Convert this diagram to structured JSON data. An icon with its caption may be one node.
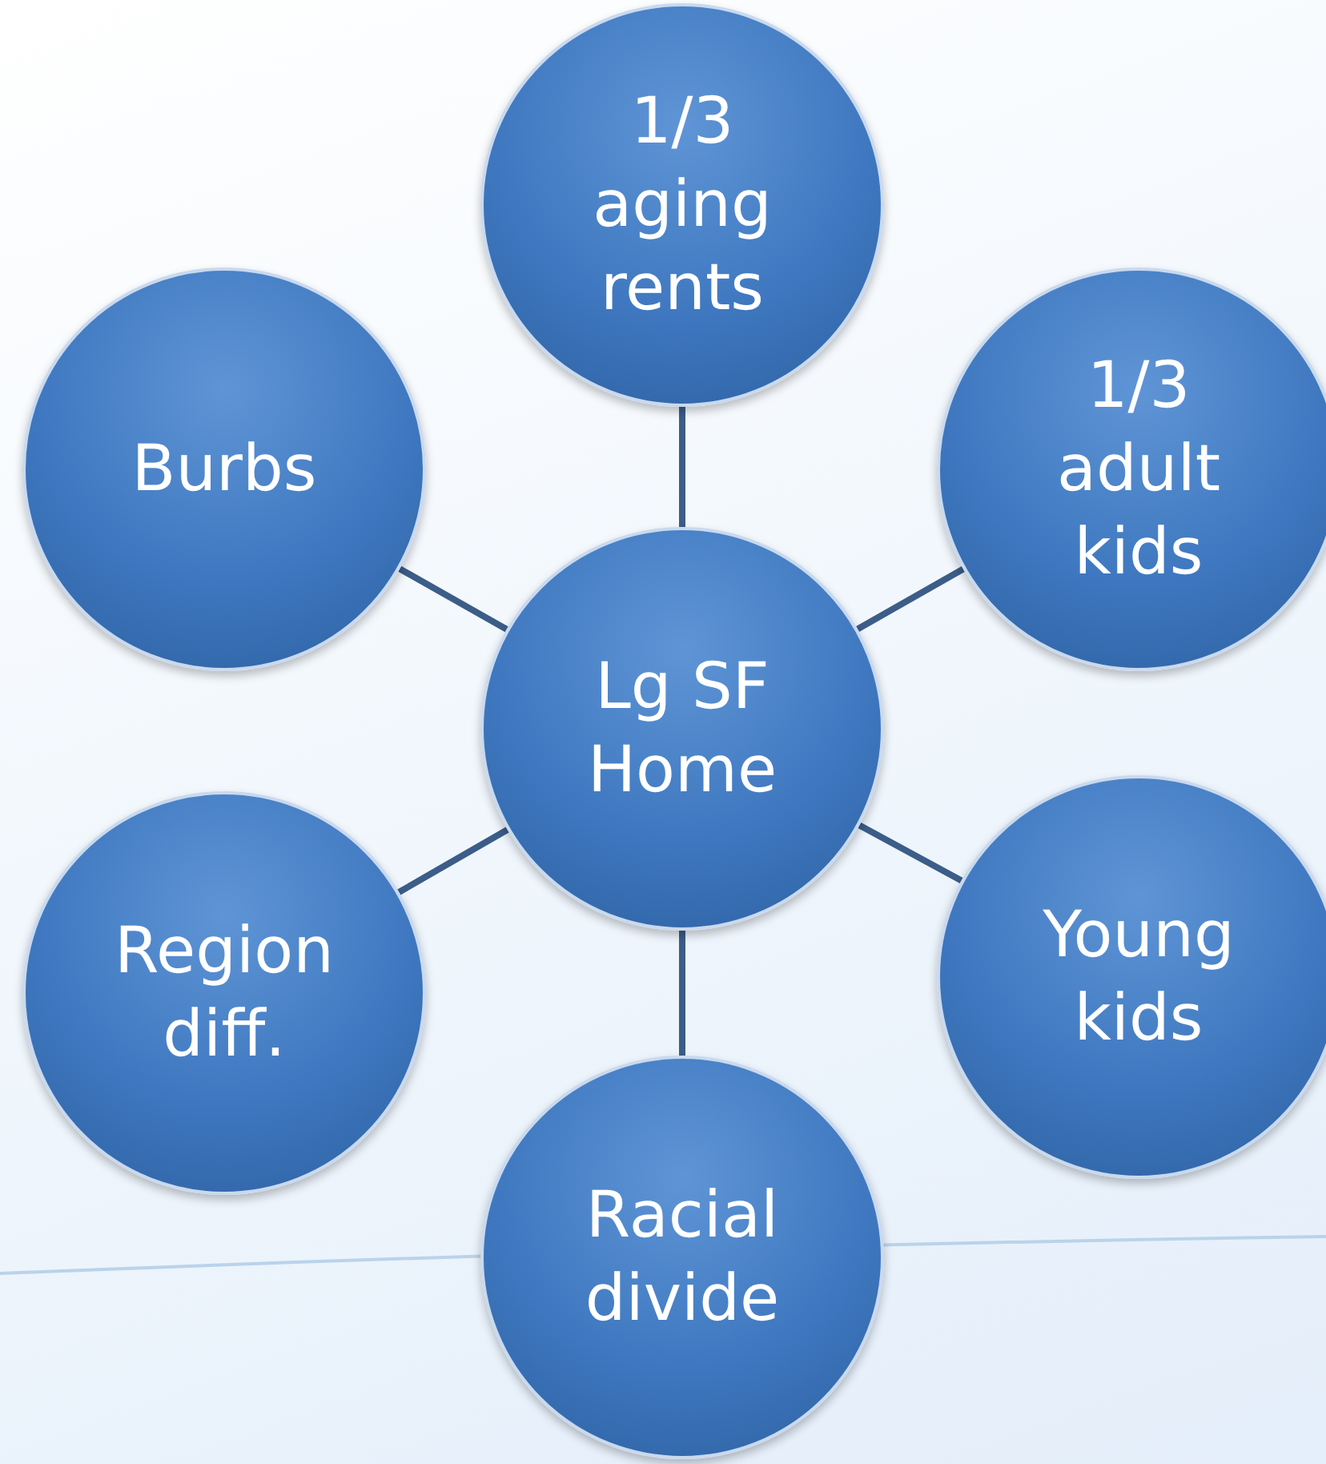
{
  "diagram": {
    "nodes": [
      {
        "text": [
          "1/3 aging rents"
        ]
      },
      {
        "text": [
          "Burbs"
        ]
      },
      {
        "text": [
          "1/3 adult kids"
        ]
      },
      {
        "text": [
          "Lg SF Home"
        ]
      },
      {
        "text": [
          "Region diff."
        ]
      },
      {
        "text": [
          "Young kids"
        ]
      },
      {
        "text": [
          "Racial divide"
        ]
      }
    ],
    "edges": [
      {
        "from": 3,
        "to": 0,
        "arrow": "none"
      },
      {
        "from": 3,
        "to": 2,
        "arrow": "none"
      },
      {
        "from": 3,
        "to": 5,
        "arrow": "none"
      },
      {
        "from": 3,
        "to": 6,
        "arrow": "none"
      },
      {
        "from": 3,
        "to": 4,
        "arrow": "none"
      },
      {
        "from": 3,
        "to": 1,
        "arrow": "none"
      }
    ]
  }
}
